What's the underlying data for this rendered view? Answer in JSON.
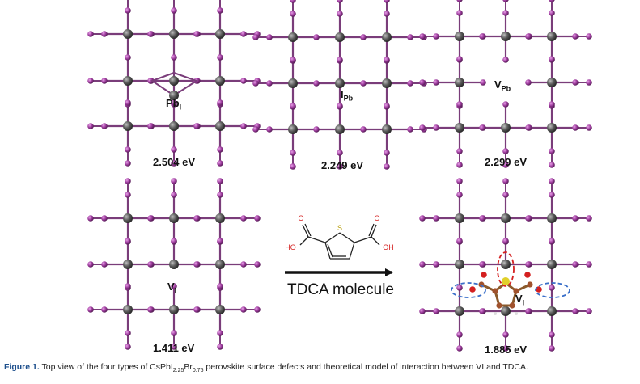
{
  "panels": [
    {
      "energy": "2.504 eV",
      "defect_main": "Pb",
      "defect_sub": "I"
    },
    {
      "energy": "2.249 eV",
      "defect_main": "I",
      "defect_sub": "Pb"
    },
    {
      "energy": "2.299 eV",
      "defect_main": "V",
      "defect_sub": "Pb"
    },
    {
      "energy": "1.411 eV",
      "defect_main": "V",
      "defect_sub": "I"
    },
    {
      "energy": "1.885 eV",
      "defect_main": "V",
      "defect_sub": "I"
    }
  ],
  "arrow_label": "TDCA molecule",
  "molecule_labels": {
    "o1": "O",
    "o2": "O",
    "s": "S",
    "oh1": "HO",
    "oh2": "OH"
  },
  "caption": {
    "label": "Figure 1.",
    "text_before": "Top view of the four types of CsPbI",
    "sub1": "2.25",
    "mid": "Br",
    "sub2": "0.75",
    "text_after": " perovskite surface defects and theoretical model of interaction between VI and TDCA."
  },
  "colors": {
    "lead": "#555555",
    "iodine": "#9b3a9b",
    "bond": "#7a3d7a",
    "ellipse_red": "#d42020",
    "ellipse_blue": "#3a6fc9",
    "carbon": "#a0522d",
    "sulfur": "#e0d02a",
    "oxygen": "#d42020"
  }
}
